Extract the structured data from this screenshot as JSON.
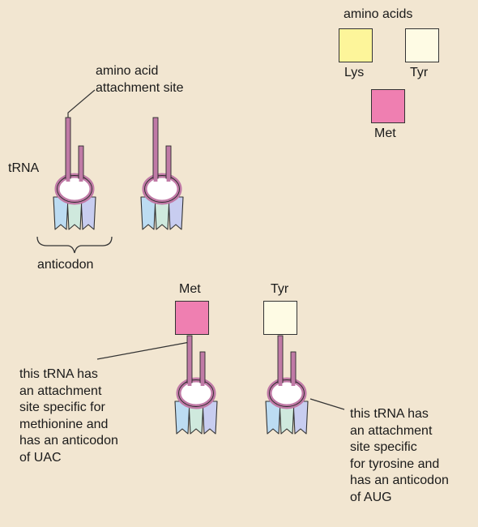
{
  "legend": {
    "title": "amino acids",
    "items": [
      {
        "name": "Lys",
        "color": "#fdf59a"
      },
      {
        "name": "Tyr",
        "color": "#fefbe4"
      },
      {
        "name": "Met",
        "color": "#ef7fb1"
      }
    ]
  },
  "labels": {
    "trna": "tRNA",
    "attachment_site": "amino acid\nattachment site",
    "anticodon": "anticodon"
  },
  "bottom": {
    "met_label": "Met",
    "tyr_label": "Tyr",
    "met_description": "this tRNA has\nan attachment\nsite specific for\nmethionine and\nhas an anticodon\nof UAC",
    "tyr_description": "this tRNA has\nan attachment\nsite specific\nfor tyrosine and\nhas an anticodon\nof AUG"
  },
  "colors": {
    "background": "#f2e6d1",
    "trna_outline": "#c07aa6",
    "trna_fill": "#ffffff",
    "base_blue": "#bcdcf2",
    "base_green": "#cfe9dd",
    "base_purple": "#c8cdf0",
    "met": "#ef7fb1",
    "tyr": "#fefbe4",
    "lys": "#fdf59a"
  }
}
